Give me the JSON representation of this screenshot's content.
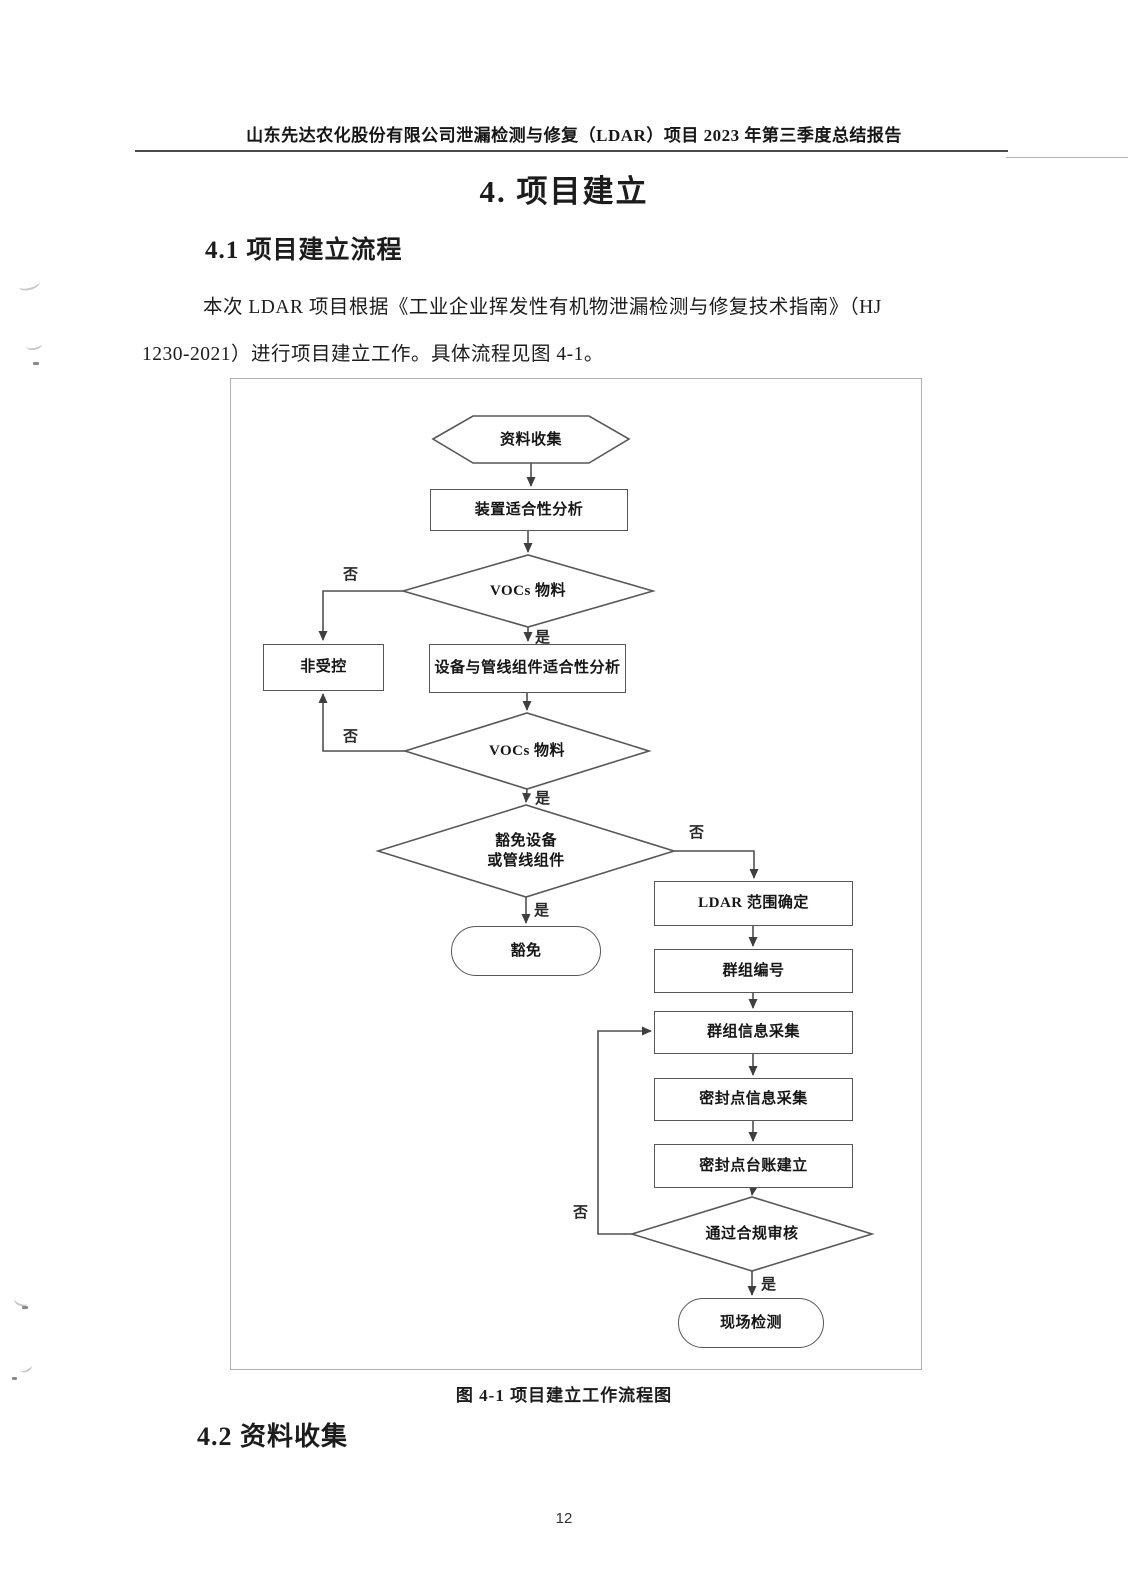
{
  "page": {
    "header": "山东先达农化股份有限公司泄漏检测与修复（LDAR）项目 2023 年第三季度总结报告",
    "chapter_title": "4. 项目建立",
    "page_number": "12"
  },
  "section_4_1": {
    "heading": "4.1 项目建立流程",
    "paragraph_lines": [
      "本次 LDAR 项目根据《工业企业挥发性有机物泄漏检测与修复技术指南》（HJ",
      "1230-2021）进行项目建立工作。具体流程见图 4-1。"
    ]
  },
  "figure": {
    "caption": "图 4-1 项目建立工作流程图"
  },
  "section_4_2": {
    "heading": "4.2 资料收集"
  },
  "flowchart": {
    "nodes": {
      "collect": "资料收集",
      "device_analysis": "装置适合性分析",
      "vocs_check_1": "VOCs 物料",
      "uncontrolled": "非受控",
      "component_analysis": "设备与管线组件适合性分析",
      "vocs_check_2": "VOCs 物料",
      "exempt_check": "豁免设备\n或管线组件",
      "exempt": "豁免",
      "ldar_scope": "LDAR 范围确定",
      "group_numbering": "群组编号",
      "group_info_collect": "群组信息采集",
      "seal_point_info_collect": "密封点信息采集",
      "seal_point_ledger": "密封点台账建立",
      "compliance_review": "通过合规审核",
      "onsite_detection": "现场检测"
    },
    "edge_labels": {
      "yes": "是",
      "no": "否"
    }
  }
}
